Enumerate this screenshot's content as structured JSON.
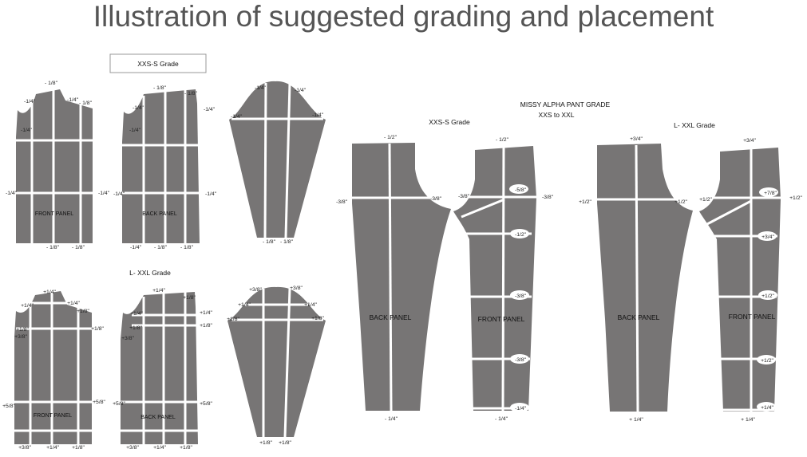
{
  "title": "Illustration of suggested grading and placement",
  "colors": {
    "panel": "#777575",
    "line": "#ffffff",
    "text": "#222222",
    "title": "#555555"
  },
  "top_grade": {
    "label": "XXS-S Grade",
    "front": {
      "label": "FRONT PANEL",
      "m": [
        "- 1/8\"",
        "-1/4\"",
        "-1/4\"",
        "- 1/8\"",
        "-1/4\"",
        "-1/4\"",
        "-1/4\"",
        "- 1/8\"",
        "- 1/8\""
      ]
    },
    "back": {
      "label": "BACK PANEL",
      "m": [
        "- 1/8\"",
        "- 1/8\"",
        "-1/4\"",
        "-1/4\"",
        "-1/4\"",
        "-1/4\"",
        "-1/4\"",
        "-1/4\"",
        "- 1/8\"",
        "- 1/8\""
      ]
    },
    "sleeve": {
      "m": [
        "-1/4\"",
        "-1/4\"",
        "-1/4\"",
        "-1/4\"",
        "- 1/8\"",
        "- 1/8\""
      ]
    }
  },
  "bottom_grade": {
    "label": "L- XXL Grade",
    "front": {
      "label": "FRONT PANEL",
      "m": [
        "+1/4\"",
        "+1/4\"",
        "+1/4\"",
        "+1/8\"",
        "+1/8\"",
        "+1/8\"",
        "+3/8\"",
        "+5/8\"",
        "+5/8\"",
        "+3/8\"",
        "+1/4\"",
        "+1/8\""
      ]
    },
    "back": {
      "label": "BACK PANEL",
      "m": [
        "+1/4\"",
        "+1/8\"",
        "+1/4\"",
        "+1/4\"",
        "+1/8\"",
        "+1/8\"",
        "+3/8\"",
        "+5/8\"",
        "+5/8\"",
        "+3/8\"",
        "+1/4\"",
        "+1/8\""
      ]
    },
    "sleeve": {
      "m": [
        "+3/8\"",
        "+3/8\"",
        "+1/4\"",
        "+1/4\"",
        "+1/8\"",
        "+1/8\"",
        "+1/8\"",
        "+1/8\""
      ]
    }
  },
  "pant": {
    "title_line1": "MISSY ALPHA PANT GRADE",
    "title_line2": "XXS to  XXL",
    "xxs": {
      "label": "XXS-S Grade",
      "back": {
        "label": "BACK PANEL",
        "m": [
          "- 1/2\"",
          "-3/8\"",
          "-3/8\"",
          "- 1/4\""
        ]
      },
      "front": {
        "label": "FRONT PANEL",
        "m": [
          "- 1/2\"",
          "-3/8\"",
          "-3/8\"",
          "-5/8\"",
          "-1/2\"",
          "-3/8\"",
          "-3/8\"",
          "-1/4\"",
          "- 1/4\""
        ]
      }
    },
    "lxxl": {
      "label": "L- XXL Grade",
      "back": {
        "label": "BACK PANEL",
        "m": [
          "+3/4\"",
          "+1/2\"",
          "+1/2\"",
          "+ 1/4\""
        ]
      },
      "front": {
        "label": "FRONT PANEL",
        "m": [
          "+3/4\"",
          "+1/2\"",
          "+1/2\"",
          "+7/8\"",
          "+3/4\"",
          "+1/2\"",
          "+1/2\"",
          "+1/4\"",
          "+ 1/4\""
        ]
      }
    }
  }
}
